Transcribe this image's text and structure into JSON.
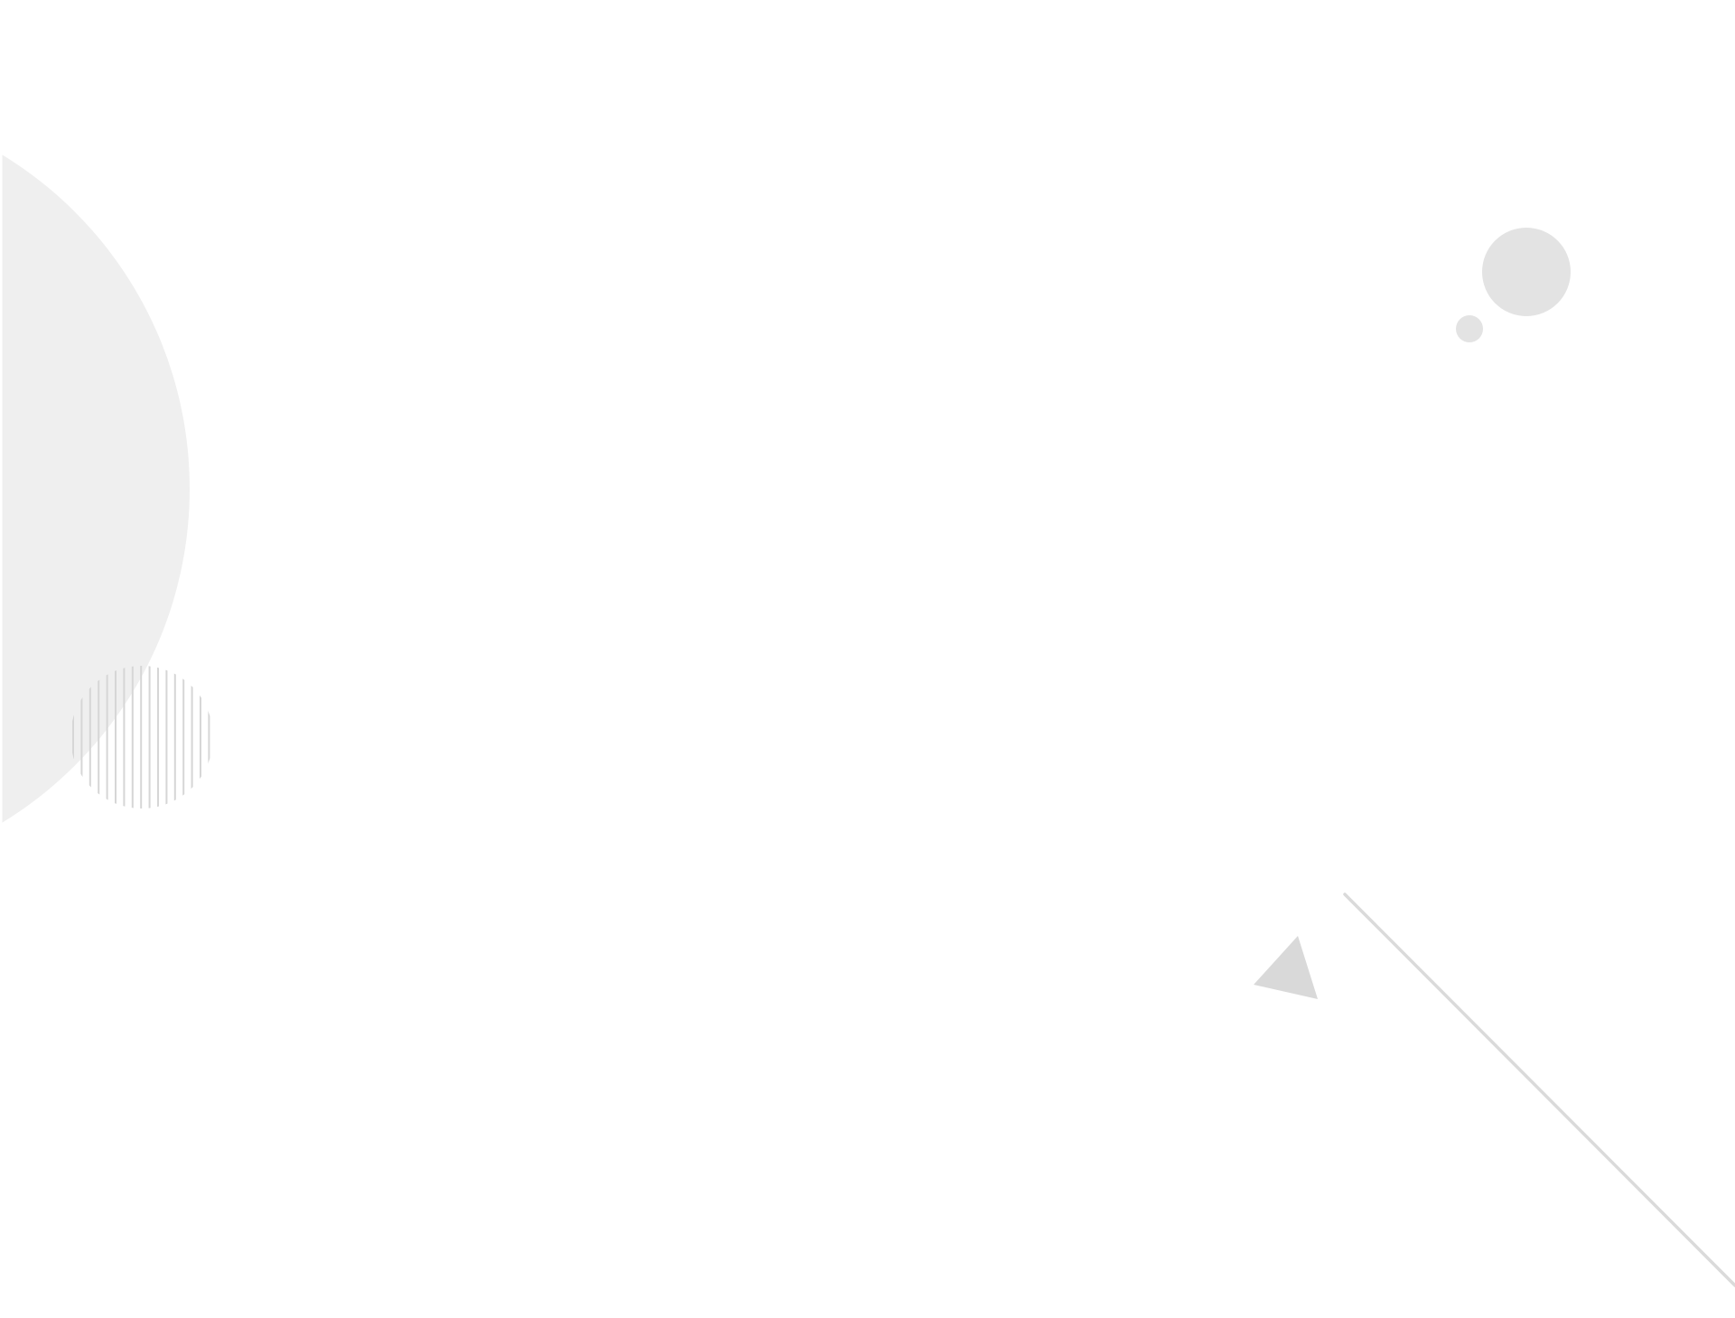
{
  "colors": {
    "background": "#ffffff",
    "large_circle": "#efefef",
    "dots": "#e3e3e3",
    "triangle": "#d9d9d9",
    "stripes": "#d6d6d6",
    "line": "#dadada"
  },
  "decorations": {
    "icons": [
      "large-circle",
      "striped-circle",
      "dot-large",
      "dot-small",
      "triangle",
      "diagonal-line"
    ]
  }
}
